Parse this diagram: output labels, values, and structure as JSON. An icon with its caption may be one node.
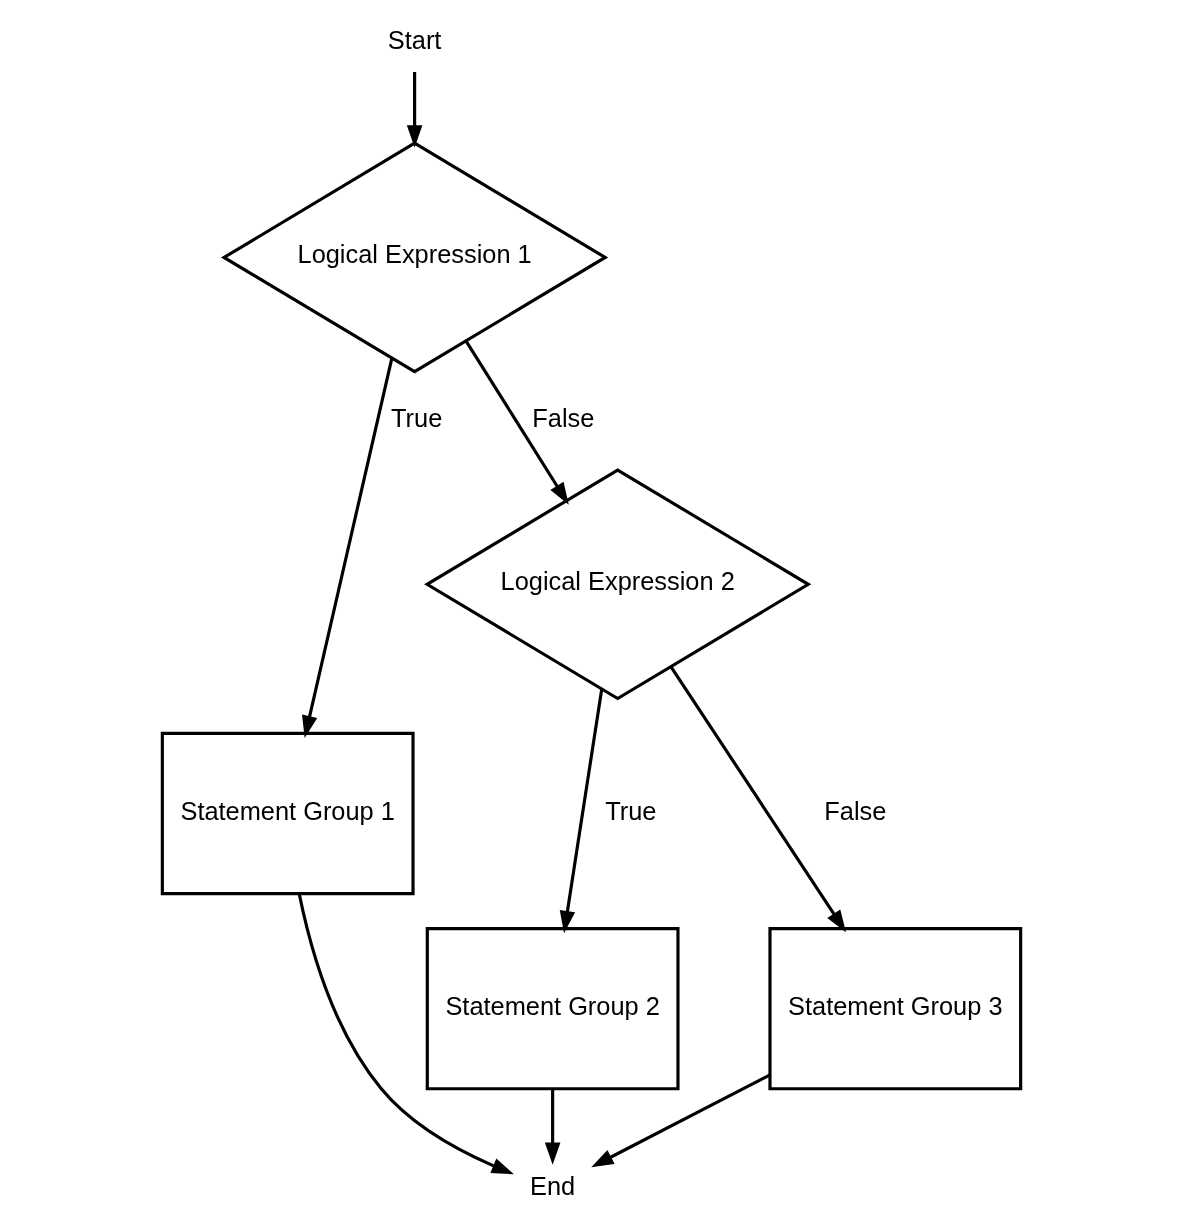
{
  "diagram": {
    "nodes": [
      {
        "text": [
          "Start"
        ]
      },
      {
        "text": [
          "Logical Expression 1"
        ]
      },
      {
        "text": [
          "Statement Group 1"
        ]
      },
      {
        "text": [
          "Logical Expression 2"
        ]
      },
      {
        "text": [
          "Statement Group 2"
        ]
      },
      {
        "text": [
          "Statement Group 3"
        ]
      },
      {
        "text": [
          "End"
        ]
      }
    ],
    "edges": [
      {
        "from": 0,
        "to": 1,
        "arrow": "to"
      },
      {
        "from": 1,
        "to": 2,
        "arrow": "to",
        "label": "True"
      },
      {
        "from": 1,
        "to": 3,
        "arrow": "to",
        "label": "False"
      },
      {
        "from": 3,
        "to": 4,
        "arrow": "to",
        "label": "True"
      },
      {
        "from": 3,
        "to": 5,
        "arrow": "to",
        "label": "False"
      },
      {
        "from": 2,
        "to": 6,
        "arrow": "to"
      },
      {
        "from": 4,
        "to": 6,
        "arrow": "to"
      },
      {
        "from": 5,
        "to": 6,
        "arrow": "to"
      }
    ]
  }
}
